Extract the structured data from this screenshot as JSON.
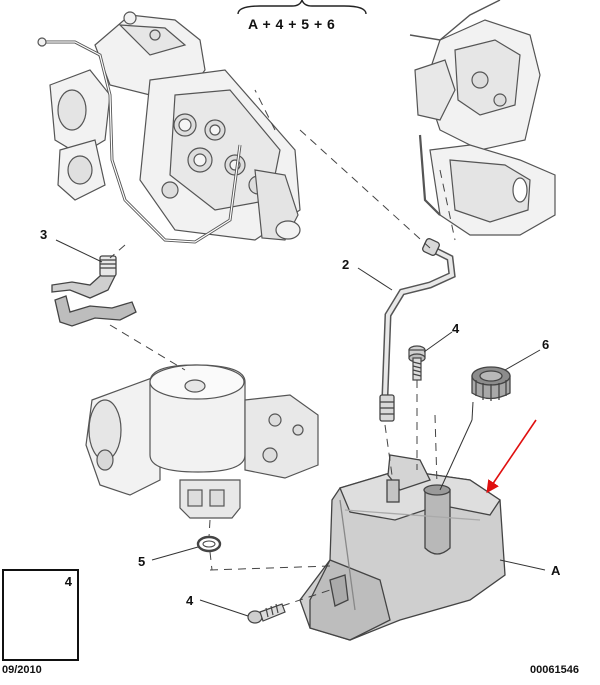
{
  "header": {
    "formula": "A + 4 + 5 + 6"
  },
  "callouts": {
    "c2": "2",
    "c3": "3",
    "c4_screw_top": "4",
    "c4_screw_bottom": "4",
    "c5": "5",
    "c6": "6",
    "cA": "A"
  },
  "inset": {
    "label": "4"
  },
  "footer": {
    "date": "09/2010",
    "ref": "00061546"
  },
  "colors": {
    "line": "#555555",
    "fill": "#f2f2f2",
    "shade": "#d8d8d8",
    "tank": "#cfcfcf",
    "arrow": "#e01010"
  }
}
